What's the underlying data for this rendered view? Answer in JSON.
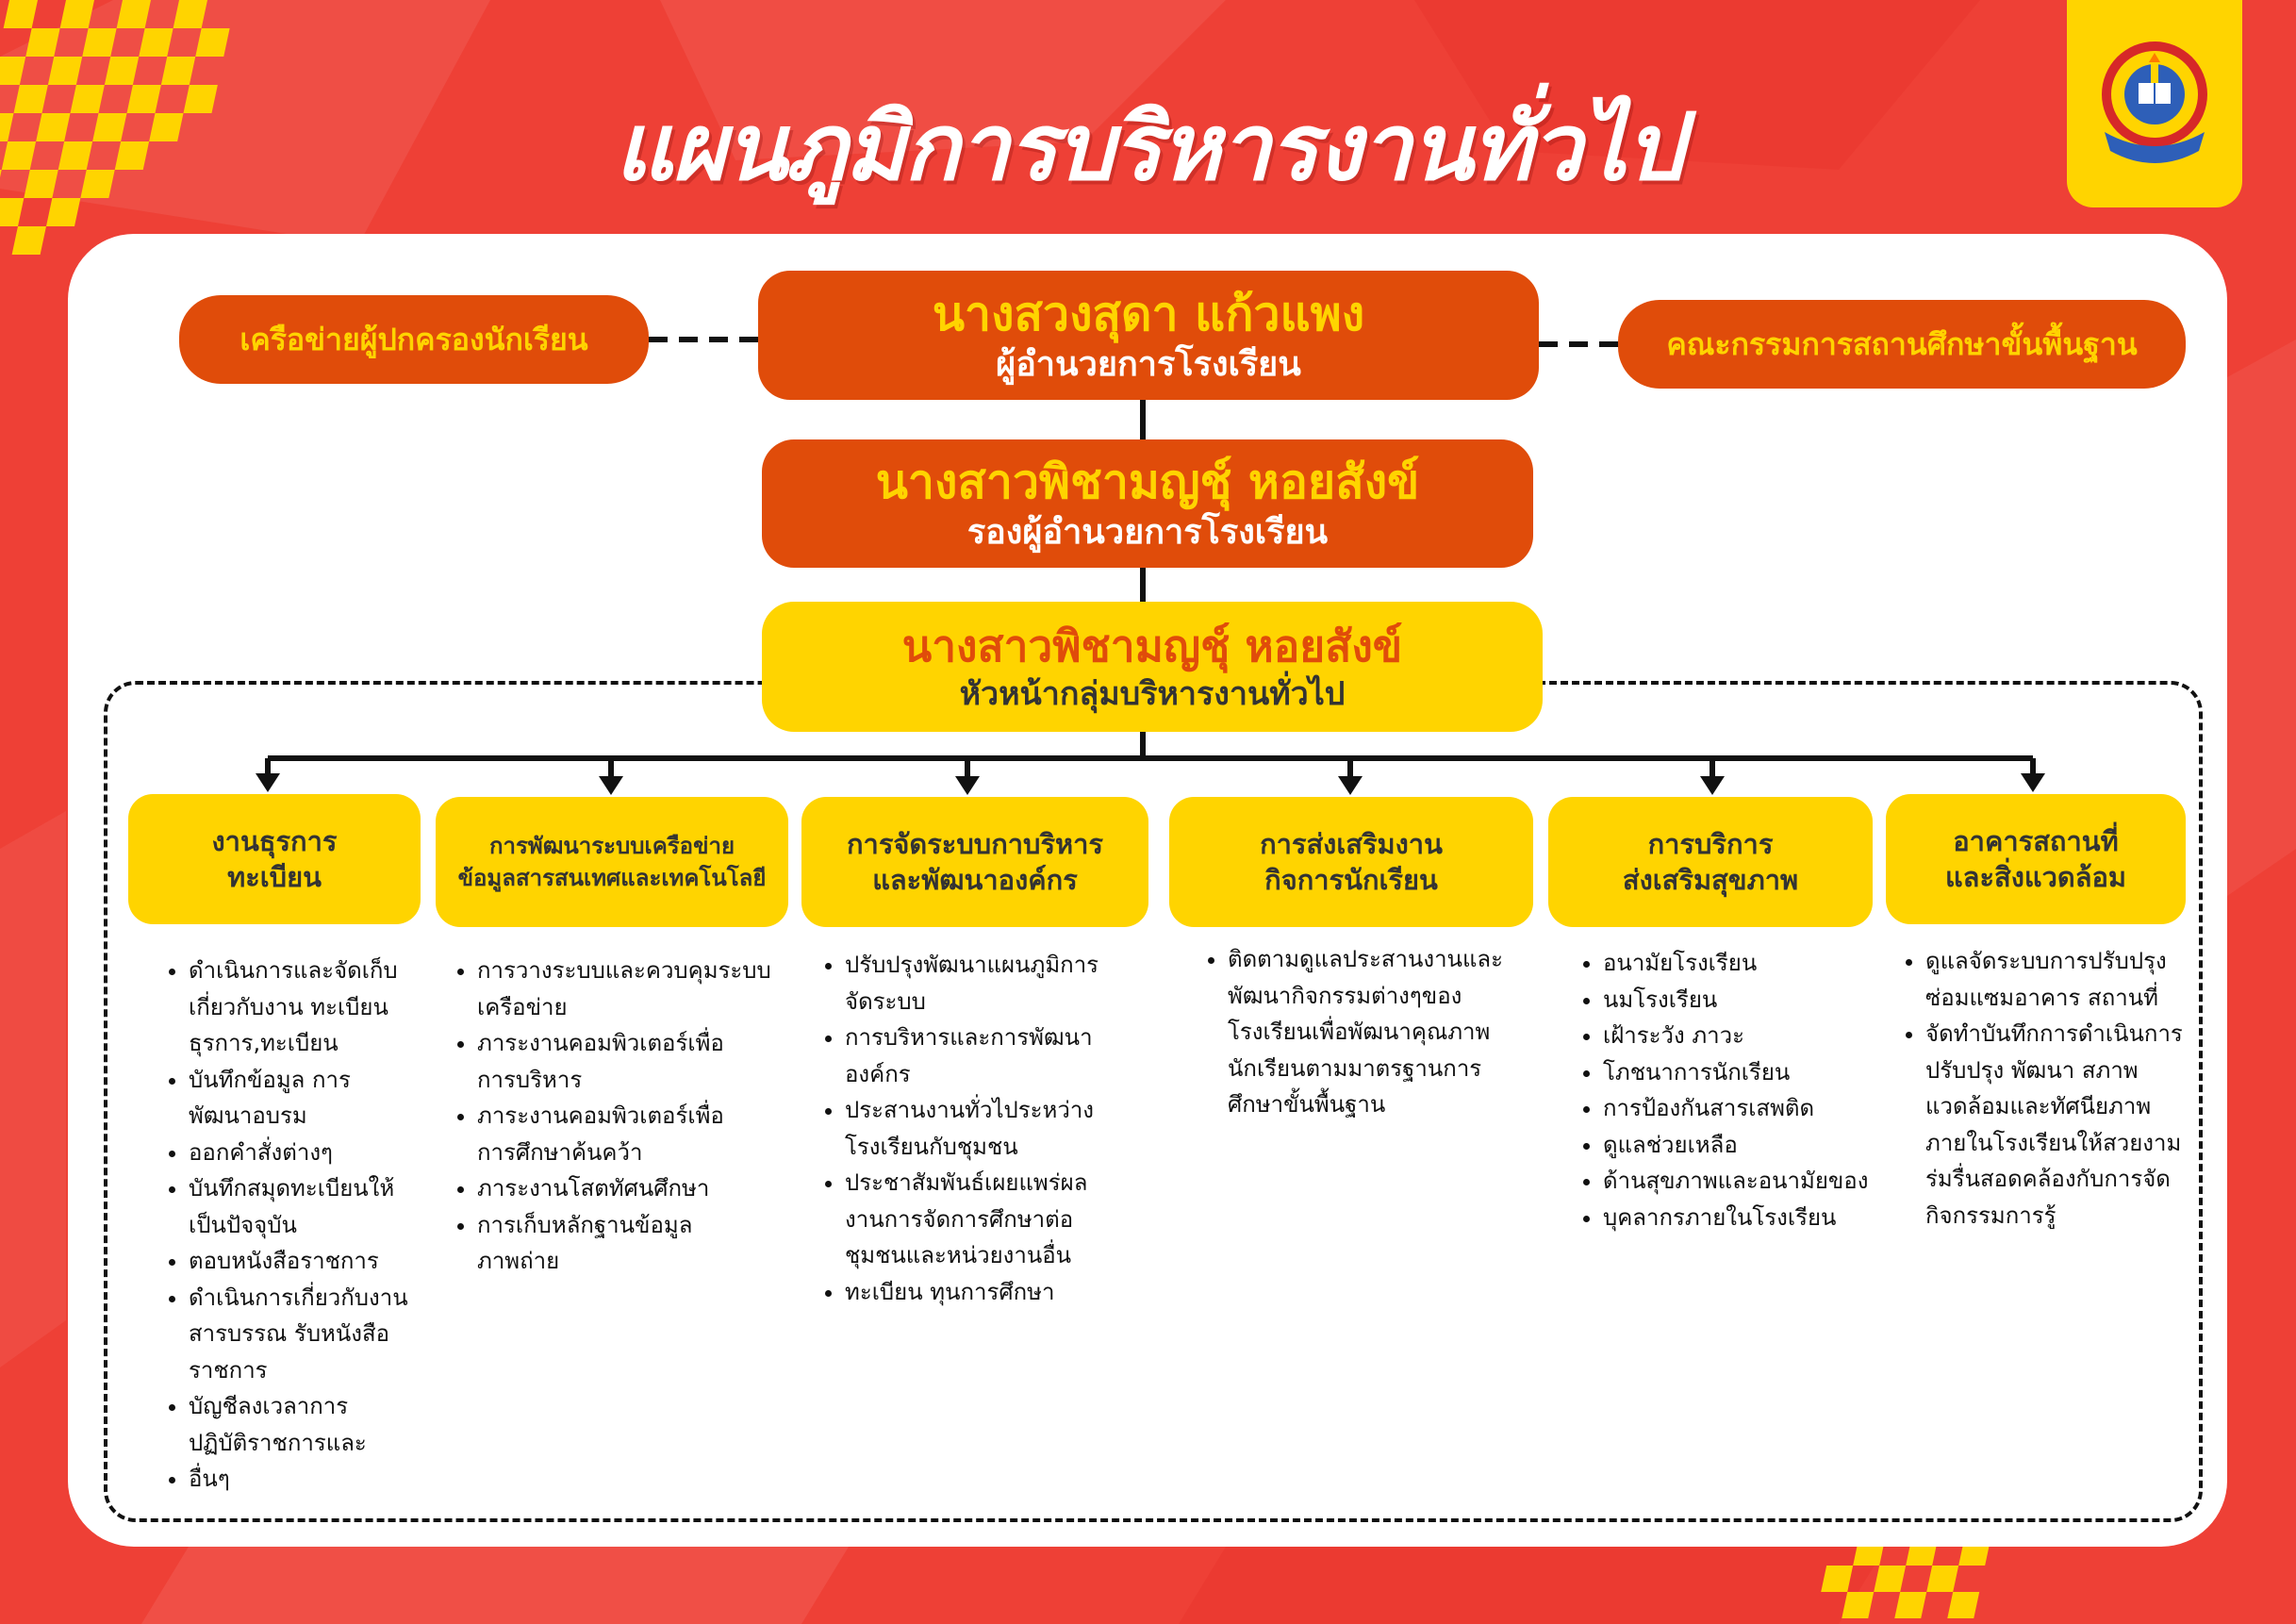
{
  "title": "แผนภูมิการบริหารงานทั่วไป",
  "colors": {
    "background": "#ee4036",
    "orange": "#e04c0a",
    "yellow": "#ffd400",
    "panel": "#ffffff"
  },
  "icons": {
    "logo": "school-emblem-icon"
  },
  "director": {
    "name": "นางสวงสุดา แก้วแพง",
    "role": "ผู้อำนวยการโรงเรียน"
  },
  "left_partner": "เครือข่ายผู้ปกครองนักเรียน",
  "right_partner": "คณะกรรมการสถานศึกษาขั้นพื้นฐาน",
  "deputy": {
    "name": "นางสาวพิชามญชุ์ หอยสังข์",
    "role": "รองผู้อำนวยการโรงเรียน"
  },
  "group_head": {
    "name": "นางสาวพิชามญชุ์ หอยสังข์",
    "role": "หัวหน้ากลุ่มบริหารงานทั่วไป"
  },
  "departments": [
    {
      "title_lines": [
        "งานธุรการ",
        "ทะเบียน"
      ],
      "duty_lines": [
        "ดำเนินการและจัดเก็บ",
        "เกี่ยวกับงาน ทะเบียน",
        "ธุรการ,ทะเบียน",
        "บันทึกข้อมูล การ",
        "พัฒนาอบรม",
        "ออกคำสั่งต่างๆ",
        "บันทึกสมุดทะเบียนให้",
        "เป็นปัจจุบัน",
        "ตอบหนังสือราชการ",
        "ดำเนินการเกี่ยวกับงาน",
        "สารบรรณ รับหนังสือ",
        "ราชการ",
        "บัญชีลงเวลาการ",
        "ปฏิบัติราชการและ",
        "อื่นๆ"
      ],
      "bullets": [
        true,
        false,
        false,
        true,
        false,
        true,
        true,
        false,
        true,
        true,
        false,
        false,
        true,
        false,
        true
      ]
    },
    {
      "title_lines": [
        "การพัฒนาระบบเครือข่าย",
        "ข้อมูลสารสนเทศและเทคโนโลยี"
      ],
      "duty_lines": [
        "การวางระบบและควบคุมระบบ",
        "เครือข่าย",
        "ภาระงานคอมพิวเตอร์เพื่อ",
        "การบริหาร",
        "ภาระงานคอมพิวเตอร์เพื่อ",
        "การศึกษาค้นคว้า",
        "ภาระงานโสตทัศนศึกษา",
        "การเก็บหลักฐานข้อมูล",
        "ภาพถ่าย"
      ],
      "bullets": [
        true,
        false,
        true,
        false,
        true,
        false,
        true,
        true,
        false
      ]
    },
    {
      "title_lines": [
        "การจัดระบบกาบริหาร",
        "และพัฒนาองค์กร"
      ],
      "duty_lines": [
        "ปรับปรุงพัฒนาแผนภูมิการ",
        "จัดระบบ",
        "การบริหารและการพัฒนา",
        "องค์กร",
        "ประสานงานทั่วไประหว่าง",
        "โรงเรียนกับชุมชน",
        "ประชาสัมพันธ์เผยแพร่ผล",
        "งานการจัดการศึกษาต่อ",
        "ชุมชนและหน่วยงานอื่น",
        "ทะเบียน ทุนการศึกษา"
      ],
      "bullets": [
        true,
        false,
        true,
        false,
        true,
        false,
        true,
        false,
        false,
        true
      ]
    },
    {
      "title_lines": [
        "การส่งเสริมงาน",
        "กิจการนักเรียน"
      ],
      "duty_lines": [
        "ติดตามดูแลประสานงานและ",
        "พัฒนากิจกรรมต่างๆของ",
        "โรงเรียนเพื่อพัฒนาคุณภาพ",
        "นักเรียนตามมาตรฐานการ",
        "ศึกษาขั้นพื้นฐาน"
      ],
      "bullets": [
        true,
        false,
        false,
        false,
        false
      ]
    },
    {
      "title_lines": [
        "การบริการ",
        "ส่งเสริมสุขภาพ"
      ],
      "duty_lines": [
        "อนามัยโรงเรียน",
        "นมโรงเรียน",
        "เฝ้าระวัง ภาวะ",
        "โภชนาการนักเรียน",
        "การป้องกันสารเสพติด",
        "ดูแลช่วยเหลือ",
        "ด้านสุขภาพและอนามัยของ",
        "บุคลากรภายในโรงเรียน"
      ],
      "bullets": [
        true,
        true,
        true,
        true,
        true,
        true,
        true,
        true
      ]
    },
    {
      "title_lines": [
        "อาคารสถานที่",
        "และสิ่งแวดล้อม"
      ],
      "duty_lines": [
        "ดูแลจัดระบบการปรับปรุง",
        "ซ่อมแซมอาคาร สถานที่",
        "จัดทำบันทึกการดำเนินการ",
        "ปรับปรุง พัฒนา สภาพ",
        "แวดล้อมและทัศนียภาพ",
        "ภายในโรงเรียนให้สวยงาม",
        "ร่มรื่นสอดคล้องกับการจัด",
        "กิจกรรมการรู้"
      ],
      "bullets": [
        true,
        false,
        true,
        false,
        false,
        false,
        false,
        false
      ]
    }
  ]
}
